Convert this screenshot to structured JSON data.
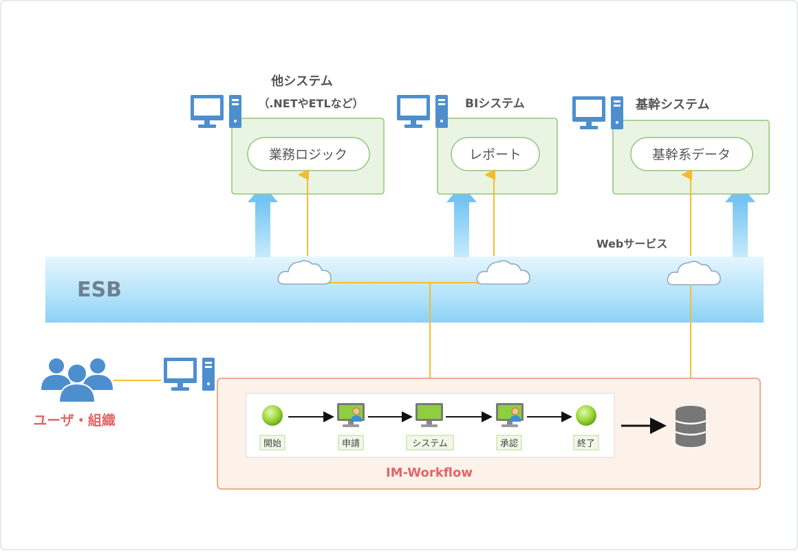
{
  "systems": {
    "other": {
      "title_line1": "他システム",
      "title_line2": "（.NETやETLなど）",
      "pill": "業務ロジック"
    },
    "bi": {
      "title": "BIシステム",
      "pill": "レポート"
    },
    "core": {
      "title": "基幹システム",
      "pill": "基幹系データ"
    }
  },
  "esb": {
    "label": "ESB"
  },
  "web_service": {
    "label": "Webサービス"
  },
  "users": {
    "label": "ユーザ・組織"
  },
  "workflow": {
    "title": "IM-Workflow",
    "steps": [
      "開始",
      "申請",
      "システム",
      "承認",
      "終了"
    ]
  },
  "colors": {
    "esb_light": "#e4f5fd",
    "esb_mid": "#8fd3f6",
    "system_fill": "#e9f4e2",
    "system_border": "#92c47b",
    "workflow_fill": "#fdf2ea",
    "workflow_border": "#e4946c",
    "connector": "#f6bc2c",
    "icon_blue": "#4d8fce",
    "user_label": "#e06666",
    "workflow_title": "#e06666",
    "text_gray": "#666666"
  }
}
